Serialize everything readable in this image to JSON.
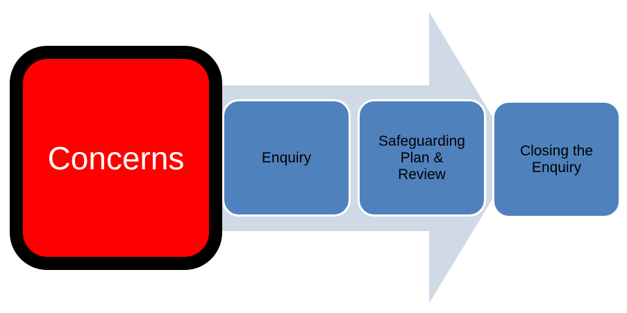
{
  "diagram": {
    "colors": {
      "arrow": "#d0dae6",
      "concerns_fill": "#ff0000",
      "concerns_border": "#000000",
      "step_fill": "#4f81bd"
    },
    "concerns": {
      "label": "Concerns"
    },
    "steps": [
      {
        "label": "Enquiry"
      },
      {
        "label": "Safeguarding\nPlan &\nReview"
      },
      {
        "label": "Closing the\nEnquiry"
      }
    ]
  }
}
